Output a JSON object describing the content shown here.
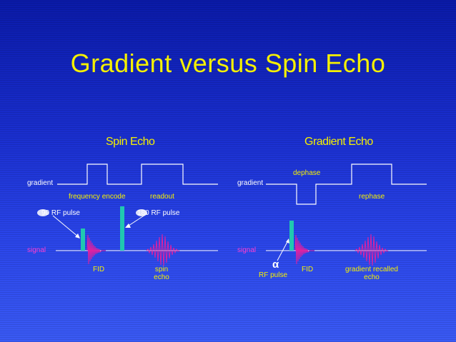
{
  "title": "Gradient versus Spin Echo",
  "spin_echo": {
    "heading": "Spin Echo",
    "gradient_label": "gradient",
    "frequency_encode_label": "frequency encode",
    "readout_label": "readout",
    "rf_pulse_left": "90 RF pulse",
    "rf_pulse_right": "180 RF pulse",
    "signal_label": "signal",
    "fid_label": "FID",
    "spin_echo_line1": "spin",
    "spin_echo_line2": "echo"
  },
  "gradient_echo": {
    "heading": "Gradient Echo",
    "dephase_label": "dephase",
    "gradient_label": "gradient",
    "rephase_label": "rephase",
    "signal_label": "signal",
    "alpha_symbol": "α",
    "rf_pulse_label": "RF pulse",
    "fid_label": "FID",
    "gre_line1": "gradient recalled",
    "gre_line2": "echo"
  },
  "colors": {
    "title": "#f5f000",
    "label": "#f5f000",
    "signal": "#ff3fd0",
    "pulse": "#20c8b0",
    "wave": "#e020a0",
    "line": "#ffffff"
  }
}
